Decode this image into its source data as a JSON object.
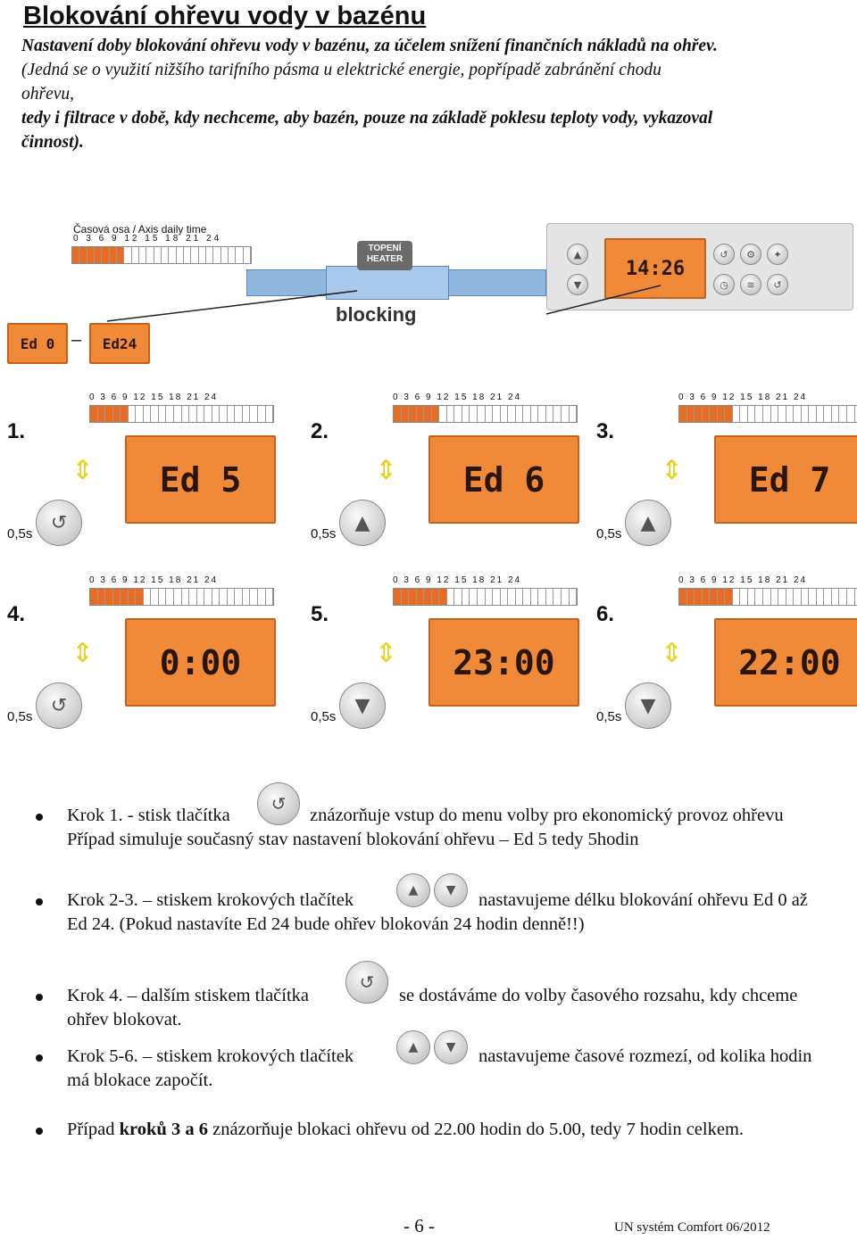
{
  "title": "Blokování ohřevu vody v bazénu",
  "intro": {
    "lead": "Nastavení doby blokování ohřevu vody v bazénu, za účelem snížení finančních nákladů na ohřev.",
    "line2": "(Jedná se o využití nižšího tarifního pásma u elektrické energie, popřípadě zabránění chodu",
    "line3": "ohřevu,",
    "line4": "tedy i filtrace v době, kdy nechceme, aby bazén, pouze na základě poklesu teploty vody, vykazoval",
    "line5": "činnost)."
  },
  "diagram": {
    "axis_title": "Časová osa / Axis daily time",
    "axis_ticks": "0 3 6 9 12 15 18 21 24",
    "heater_label_1": "TOPENÍ",
    "heater_label_2": "HEATER",
    "blocking": "blocking",
    "clock": "14:26",
    "range_from": "Ed 0",
    "range_dash": "–",
    "range_to": "Ed24"
  },
  "steps": [
    {
      "num": "1.",
      "display": "Ed 5",
      "time": "0,5s",
      "button": "↺",
      "filled": 5
    },
    {
      "num": "2.",
      "display": "Ed 6",
      "time": "0,5s",
      "button": "▲",
      "filled": 6
    },
    {
      "num": "3.",
      "display": "Ed 7",
      "time": "0,5s",
      "button": "▲",
      "filled": 7
    },
    {
      "num": "4.",
      "display": "0:00",
      "time": "0,5s",
      "button": "↺",
      "filled": 7
    },
    {
      "num": "5.",
      "display": "23:00",
      "time": "0,5s",
      "button": "▼",
      "filled": 7
    },
    {
      "num": "6.",
      "display": "22:00",
      "time": "0,5s",
      "button": "▼",
      "filled": 7
    }
  ],
  "scale_ticks": "0  3  6  9  12  15  18  21  24",
  "bullets": {
    "b1_a": "Krok 1. - stisk tlačítka",
    "b1_b": "znázorňuje vstup do menu volby pro ekonomický provoz ohřevu",
    "b1_c": "Případ simuluje současný stav nastavení blokování ohřevu – Ed 5 tedy 5hodin",
    "b2_a": "Krok 2-3. – stiskem krokových tlačítek",
    "b2_b": "nastavujeme délku blokování ohřevu Ed 0 až",
    "b2_c": "Ed 24. (Pokud nastavíte Ed 24 bude ohřev blokován 24 hodin denně!!)",
    "b3_a": "Krok 4. – dalším stiskem tlačítka",
    "b3_b": "se dostáváme do volby časového rozsahu, kdy chceme",
    "b3_c": "ohřev blokovat.",
    "b4_a": "Krok 5-6. – stiskem krokových tlačítek",
    "b4_b": "nastavujeme časové rozmezí, od kolika hodin",
    "b4_c": "má blokace započít.",
    "b5_a": "Případ ",
    "b5_bold": "kroků 3 a 6",
    "b5_c": " znázorňuje blokaci ohřevu od 22.00 hodin do 5.00, tedy 7 hodin celkem."
  },
  "footer": {
    "page": "- 6 -",
    "doc": "UN systém Comfort  06/2012"
  }
}
